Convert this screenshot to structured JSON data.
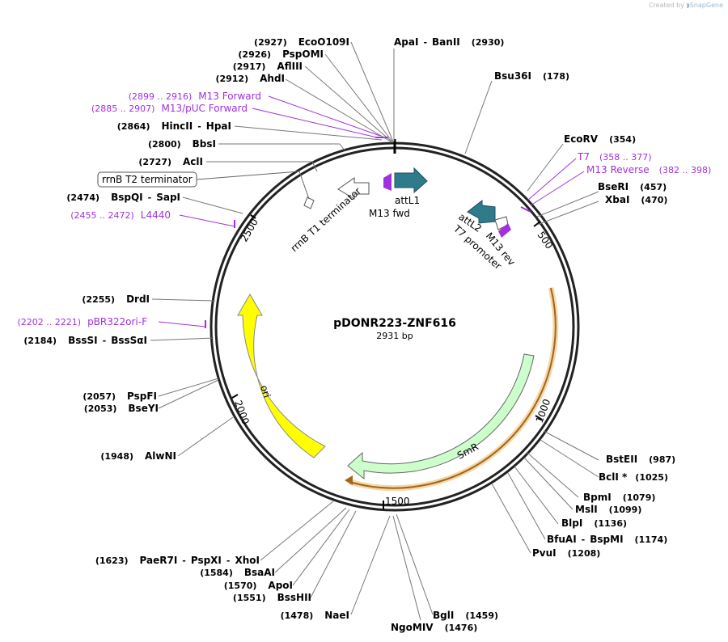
{
  "credit": {
    "prefix": "Created by",
    "brand": "SnapGene"
  },
  "plasmid": {
    "name": "pDONR223-ZNF616",
    "size_label": "2931 bp"
  },
  "ring_ticks": [
    "500",
    "1000",
    "1500",
    "2000",
    "2500"
  ],
  "enzymes_right": [
    {
      "name": "ApaI",
      "sep": "-",
      "name2": "BanII",
      "pos": "(2930)"
    },
    {
      "name": "Bsu36I",
      "pos": "(178)"
    },
    {
      "name": "EcoRV",
      "pos": "(354)"
    },
    {
      "name": "BseRI",
      "pos": "(457)"
    },
    {
      "name": "XbaI",
      "pos": "(470)"
    },
    {
      "name": "BstEII",
      "pos": "(987)"
    },
    {
      "name": "BclI *",
      "pos": "(1025)"
    },
    {
      "name": "BpmI",
      "pos": "(1079)"
    },
    {
      "name": "MslI",
      "pos": "(1099)"
    },
    {
      "name": "BlpI",
      "pos": "(1136)"
    },
    {
      "name": "BfuAI",
      "sep": "-",
      "name2": "BspMI",
      "pos": "(1174)"
    },
    {
      "name": "PvuI",
      "pos": "(1208)"
    },
    {
      "name": "BglI",
      "pos": "(1459)"
    },
    {
      "name": "NgoMIV",
      "pos": "(1476)"
    }
  ],
  "enzymes_left": [
    {
      "name": "EcoO109I",
      "pos": "(2927)"
    },
    {
      "name": "PspOMI",
      "pos": "(2926)"
    },
    {
      "name": "AflIII",
      "pos": "(2917)"
    },
    {
      "name": "AhdI",
      "pos": "(2912)"
    },
    {
      "name": "HincII",
      "sep": "-",
      "name2": "HpaI",
      "pos": "(2864)"
    },
    {
      "name": "BbsI",
      "pos": "(2800)"
    },
    {
      "name": "AclI",
      "pos": "(2727)"
    },
    {
      "name": "BspQI",
      "sep": "-",
      "name2": "SapI",
      "pos": "(2474)"
    },
    {
      "name": "DrdI",
      "pos": "(2255)"
    },
    {
      "name": "BssSI",
      "sep": "-",
      "name2": "BssSαI",
      "pos": "(2184)"
    },
    {
      "name": "PspFI",
      "pos": "(2057)"
    },
    {
      "name": "BseYI",
      "pos": "(2053)"
    },
    {
      "name": "AlwNI",
      "pos": "(1948)"
    },
    {
      "name": "PaeR7I",
      "sep": "-",
      "name2": "PspXI",
      "sep2": "-",
      "name3": "XhoI",
      "pos": "(1623)"
    },
    {
      "name": "BsaAI",
      "pos": "(1584)"
    },
    {
      "name": "ApoI",
      "pos": "(1570)"
    },
    {
      "name": "BssHII",
      "pos": "(1551)"
    },
    {
      "name": "NaeI",
      "pos": "(1478)"
    }
  ],
  "primers": [
    {
      "range": "(2899 .. 2916)",
      "name": "M13 Forward"
    },
    {
      "range": "(2885 .. 2907)",
      "name": "M13/pUC Forward"
    },
    {
      "range": "(2455 .. 2472)",
      "name": "L4440"
    },
    {
      "range": "(2202 .. 2221)",
      "name": "pBR322ori-F"
    },
    {
      "name": "T7",
      "range": "(358 .. 377)"
    },
    {
      "name": "M13 Reverse",
      "range": "(382 .. 398)"
    }
  ],
  "features": {
    "rrnb_t2": "rrnB T2 terminator",
    "rrnb_t1": "rrnB T1 terminator",
    "m13_fwd": "M13 fwd",
    "attl1": "attL1",
    "attl2": "attL2",
    "m13_rev": "M13 rev",
    "t7_promoter": "T7 promoter",
    "smr": "SmR",
    "ori": "ori"
  },
  "colors": {
    "ori": "#ffff00",
    "smr": "#ccffcc",
    "att": "#2f7b8c",
    "primer": "#a030e0",
    "orf": "#e8a53a"
  }
}
